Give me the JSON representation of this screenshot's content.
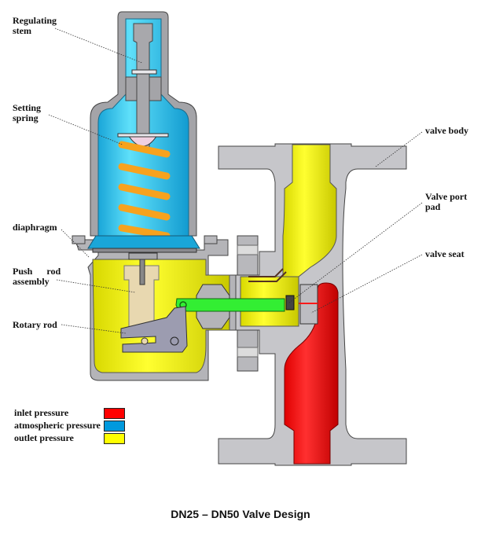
{
  "title": "DN25 – DN50 Valve Design",
  "labels": {
    "regulating_stem": [
      "Regulating",
      "stem"
    ],
    "setting_spring": [
      "Setting",
      "spring"
    ],
    "diaphragm": "diaphragm",
    "push_rod_assembly": [
      "Push      rod",
      "assembly"
    ],
    "rotary_rod": "Rotary rod",
    "valve_body": "valve body",
    "valve_port_pad": [
      "Valve port",
      "pad"
    ],
    "valve_seat": "valve seat"
  },
  "legend": [
    {
      "label": "inlet pressure",
      "color": "#ff0000"
    },
    {
      "label": "atmospheric pressure",
      "color": "#0099dd"
    },
    {
      "label": "outlet pressure",
      "color": "#ffff00"
    }
  ],
  "colors": {
    "inlet": "#ff1a1a",
    "atmospheric": "#29c4ec",
    "outlet": "#f5f50a",
    "body": "#c0c0c4",
    "spring": "#f7a21e",
    "lever": "#33ee33",
    "pushrod": "#e8d8b0"
  }
}
